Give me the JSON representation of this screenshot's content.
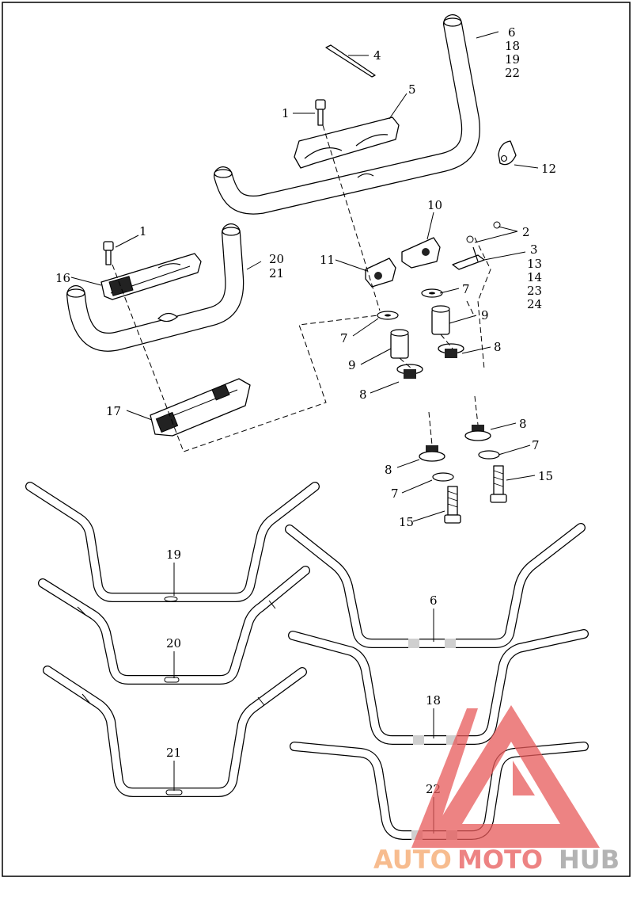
{
  "callouts": {
    "c1a": "1",
    "c1b": "1",
    "c2": "2",
    "c3": "3",
    "c4": "4",
    "c5": "5",
    "c6": "6",
    "c7a": "7",
    "c7b": "7",
    "c7c": "7",
    "c7d": "7",
    "c8a": "8",
    "c8b": "8",
    "c8c": "8",
    "c8d": "8",
    "c9a": "9",
    "c9b": "9",
    "c10": "10",
    "c11": "11",
    "c12": "12",
    "c13": "13",
    "c14": "14",
    "c15a": "15",
    "c15b": "15",
    "c16": "16",
    "c17": "17",
    "c18": "18",
    "c19": "19",
    "c20": "20",
    "c21": "21",
    "c22": "22",
    "c23": "23",
    "c24": "24",
    "c6s": "18",
    "c6t": "19",
    "c6u": "22",
    "bar19": "19",
    "bar20": "20",
    "bar21": "21",
    "bar6": "6",
    "bar18": "18",
    "bar22": "22"
  },
  "watermark": {
    "part1": "AUTO",
    "part2": "MOTO",
    "part3": "HUB",
    "color_orange": "#f5a66a",
    "color_red": "#e85a5a",
    "color_gray": "#9a9a9a"
  }
}
